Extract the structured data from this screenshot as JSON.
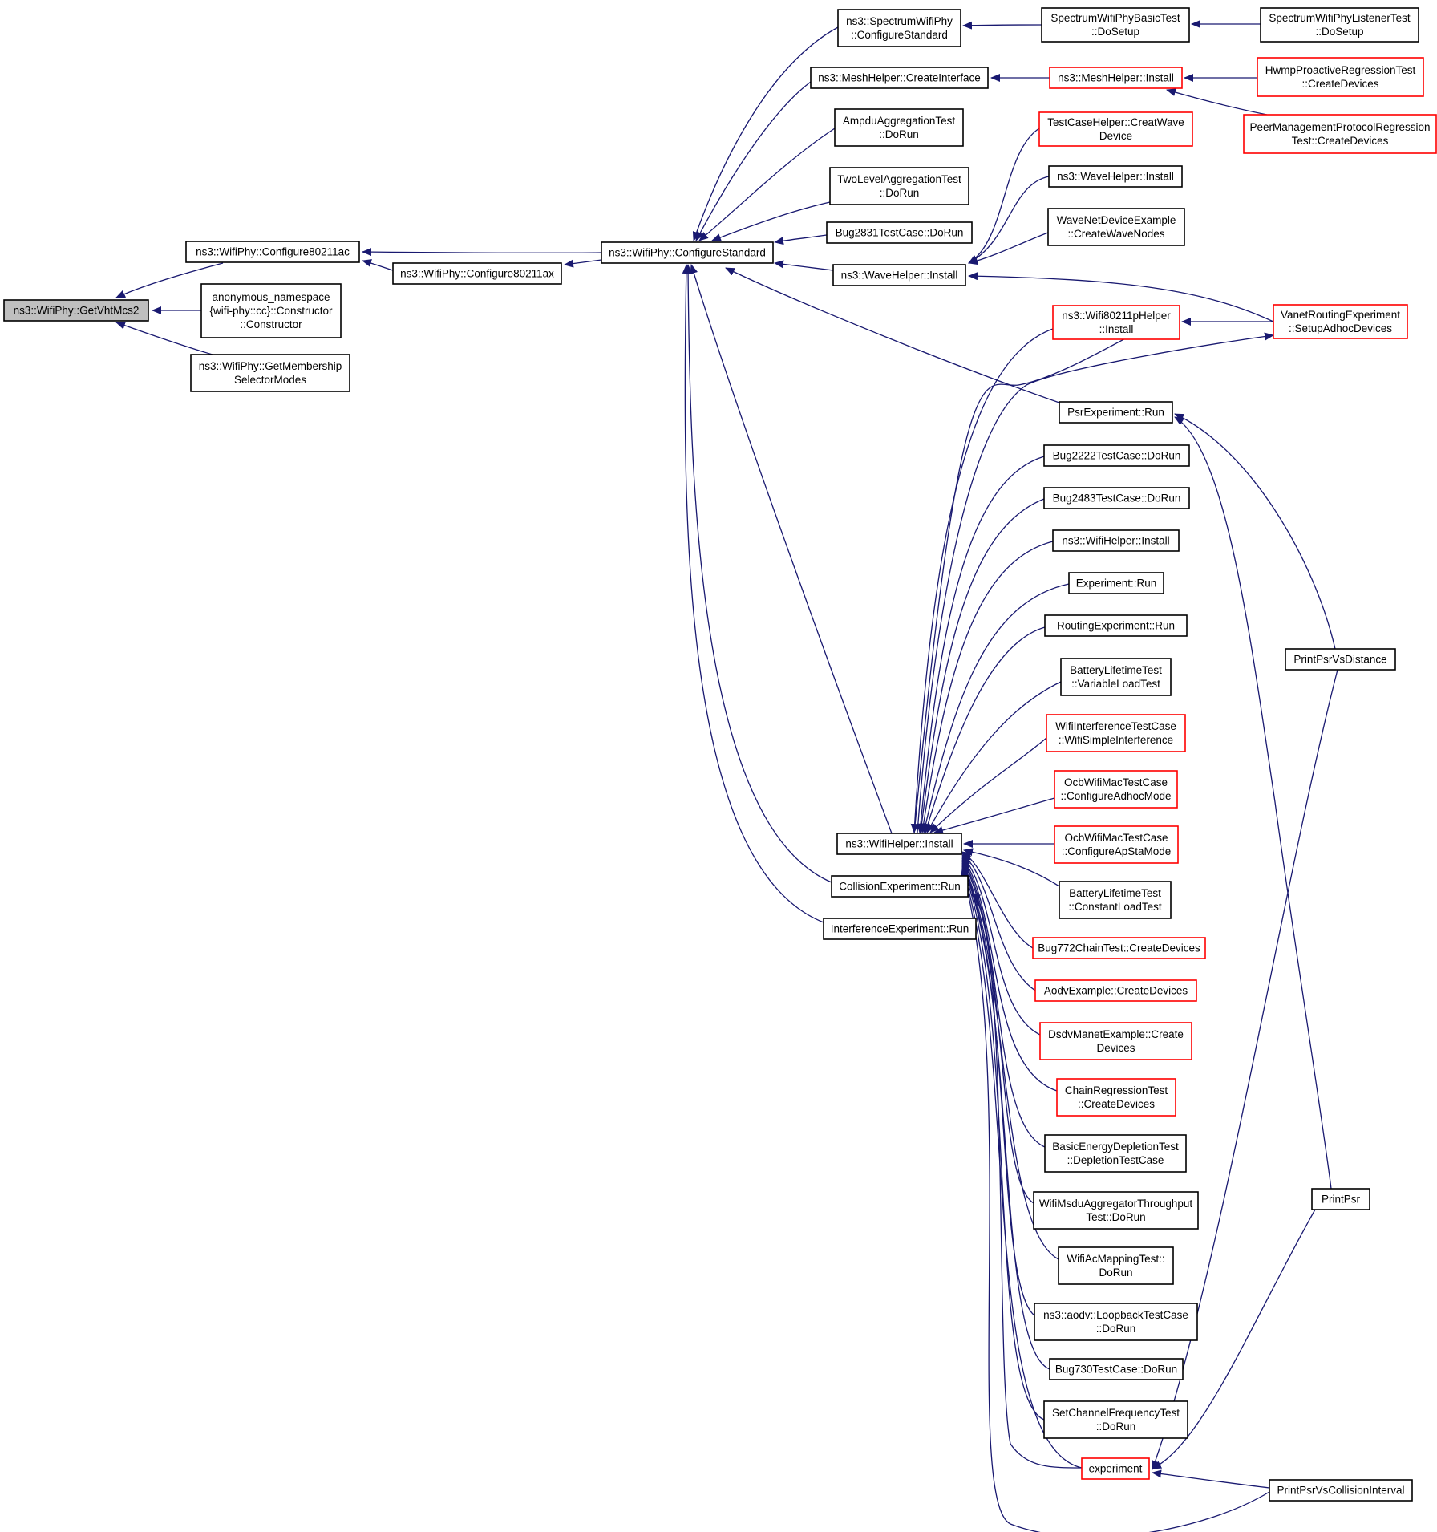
{
  "colors": {
    "edge": "#191970",
    "border_default": "#000000",
    "border_truncated": "#ff0000",
    "root_fill": "#bfbfbf",
    "background": "#ffffff"
  },
  "nodes": [
    {
      "id": "getvhtmcs2",
      "lines": [
        "ns3::WifiPhy::GetVhtMcs2"
      ],
      "root": true
    },
    {
      "id": "conf80211ac",
      "lines": [
        "ns3::WifiPhy::Configure80211ac"
      ]
    },
    {
      "id": "anon",
      "lines": [
        "anonymous_namespace",
        "{wifi-phy::cc}::Constructor",
        "::Constructor"
      ]
    },
    {
      "id": "getmembership",
      "lines": [
        "ns3::WifiPhy::GetMembership",
        "SelectorModes"
      ]
    },
    {
      "id": "conf80211ax",
      "lines": [
        "ns3::WifiPhy::Configure80211ax"
      ]
    },
    {
      "id": "confstd",
      "lines": [
        "ns3::WifiPhy::ConfigureStandard"
      ]
    },
    {
      "id": "spectrumconf",
      "lines": [
        "ns3::SpectrumWifiPhy",
        "::ConfigureStandard"
      ]
    },
    {
      "id": "meshcreate",
      "lines": [
        "ns3::MeshHelper::CreateInterface"
      ]
    },
    {
      "id": "ampdu",
      "lines": [
        "AmpduAggregationTest",
        "::DoRun"
      ]
    },
    {
      "id": "twolevel",
      "lines": [
        "TwoLevelAggregationTest",
        "::DoRun"
      ]
    },
    {
      "id": "bug2831",
      "lines": [
        "Bug2831TestCase::DoRun"
      ]
    },
    {
      "id": "wavehelperinstall",
      "lines": [
        "ns3::WaveHelper::Install"
      ]
    },
    {
      "id": "wifihelperinstall",
      "lines": [
        "ns3::WifiHelper::Install"
      ]
    },
    {
      "id": "collision",
      "lines": [
        "CollisionExperiment::Run"
      ]
    },
    {
      "id": "interference",
      "lines": [
        "InterferenceExperiment::Run"
      ]
    },
    {
      "id": "spectrumbasic",
      "lines": [
        "SpectrumWifiPhyBasicTest",
        "::DoSetup"
      ]
    },
    {
      "id": "spectrumlistener",
      "lines": [
        "SpectrumWifiPhyListenerTest",
        "::DoSetup"
      ]
    },
    {
      "id": "meshinstall",
      "lines": [
        "ns3::MeshHelper::Install"
      ],
      "truncated": true
    },
    {
      "id": "hwmp",
      "lines": [
        "HwmpProactiveRegressionTest",
        "::CreateDevices"
      ],
      "truncated": true
    },
    {
      "id": "peermgmt",
      "lines": [
        "PeerManagementProtocolRegression",
        "Test::CreateDevices"
      ],
      "truncated": true
    },
    {
      "id": "testcasehelper",
      "lines": [
        "TestCaseHelper::CreatWave",
        "Device"
      ],
      "truncated": true
    },
    {
      "id": "wavehelper2",
      "lines": [
        "ns3::WaveHelper::Install"
      ]
    },
    {
      "id": "wavenetdev",
      "lines": [
        "WaveNetDeviceExample",
        "::CreateWaveNodes"
      ]
    },
    {
      "id": "wifi80211p",
      "lines": [
        "ns3::Wifi80211pHelper",
        "::Install"
      ],
      "truncated": true
    },
    {
      "id": "vanet",
      "lines": [
        "VanetRoutingExperiment",
        "::SetupAdhocDevices"
      ],
      "truncated": true
    },
    {
      "id": "psrrun",
      "lines": [
        "PsrExperiment::Run"
      ]
    },
    {
      "id": "bug2222",
      "lines": [
        "Bug2222TestCase::DoRun"
      ]
    },
    {
      "id": "bug2483",
      "lines": [
        "Bug2483TestCase::DoRun"
      ]
    },
    {
      "id": "wifihelper2",
      "lines": [
        "ns3::WifiHelper::Install"
      ]
    },
    {
      "id": "exprun",
      "lines": [
        "Experiment::Run"
      ]
    },
    {
      "id": "routingexp",
      "lines": [
        "RoutingExperiment::Run"
      ]
    },
    {
      "id": "battvar",
      "lines": [
        "BatteryLifetimeTest",
        "::VariableLoadTest"
      ]
    },
    {
      "id": "wifiinterf",
      "lines": [
        "WifiInterferenceTestCase",
        "::WifiSimpleInterference"
      ],
      "truncated": true
    },
    {
      "id": "ocbadhoc",
      "lines": [
        "OcbWifiMacTestCase",
        "::ConfigureAdhocMode"
      ],
      "truncated": true
    },
    {
      "id": "ocbapsta",
      "lines": [
        "OcbWifiMacTestCase",
        "::ConfigureApStaMode"
      ],
      "truncated": true
    },
    {
      "id": "battconst",
      "lines": [
        "BatteryLifetimeTest",
        "::ConstantLoadTest"
      ]
    },
    {
      "id": "bug772",
      "lines": [
        "Bug772ChainTest::CreateDevices"
      ],
      "truncated": true
    },
    {
      "id": "aodvex",
      "lines": [
        "AodvExample::CreateDevices"
      ],
      "truncated": true
    },
    {
      "id": "dsdv",
      "lines": [
        "DsdvManetExample::Create",
        "Devices"
      ],
      "truncated": true
    },
    {
      "id": "chainreg",
      "lines": [
        "ChainRegressionTest",
        "::CreateDevices"
      ],
      "truncated": true
    },
    {
      "id": "basicenergy",
      "lines": [
        "BasicEnergyDepletionTest",
        "::DepletionTestCase"
      ]
    },
    {
      "id": "msduagg",
      "lines": [
        "WifiMsduAggregatorThroughput",
        "Test::DoRun"
      ]
    },
    {
      "id": "acmapping",
      "lines": [
        "WifiAcMappingTest::",
        "DoRun"
      ]
    },
    {
      "id": "aodvloop",
      "lines": [
        "ns3::aodv::LoopbackTestCase",
        "::DoRun"
      ]
    },
    {
      "id": "bug730",
      "lines": [
        "Bug730TestCase::DoRun"
      ]
    },
    {
      "id": "setchannel",
      "lines": [
        "SetChannelFrequencyTest",
        "::DoRun"
      ]
    },
    {
      "id": "experiment",
      "lines": [
        "experiment"
      ],
      "truncated": true
    },
    {
      "id": "printpsrdist",
      "lines": [
        "PrintPsrVsDistance"
      ]
    },
    {
      "id": "printpsr",
      "lines": [
        "PrintPsr"
      ]
    },
    {
      "id": "printpsrcoll",
      "lines": [
        "PrintPsrVsCollisionInterval"
      ]
    }
  ]
}
